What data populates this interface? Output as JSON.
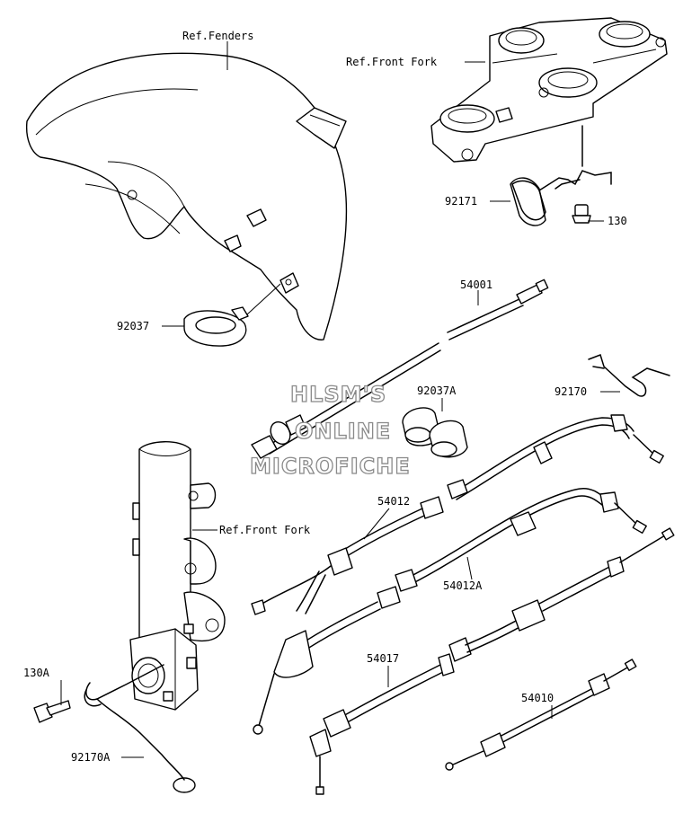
{
  "labels": {
    "ref_fenders": "Ref.Fenders",
    "ref_front_fork_top": "Ref.Front Fork",
    "ref_front_fork_side": "Ref.Front Fork",
    "p92171": "92171",
    "p130": "130",
    "p92037": "92037",
    "p54001": "54001",
    "p92037A": "92037A",
    "p92170": "92170",
    "p54012": "54012",
    "p54012A": "54012A",
    "p54017": "54017",
    "p54010": "54010",
    "p130A": "130A",
    "p92170A": "92170A"
  },
  "watermark": {
    "line1": "HLSM'S",
    "line2": "ONLINE",
    "line3": "MICROFICHE"
  }
}
